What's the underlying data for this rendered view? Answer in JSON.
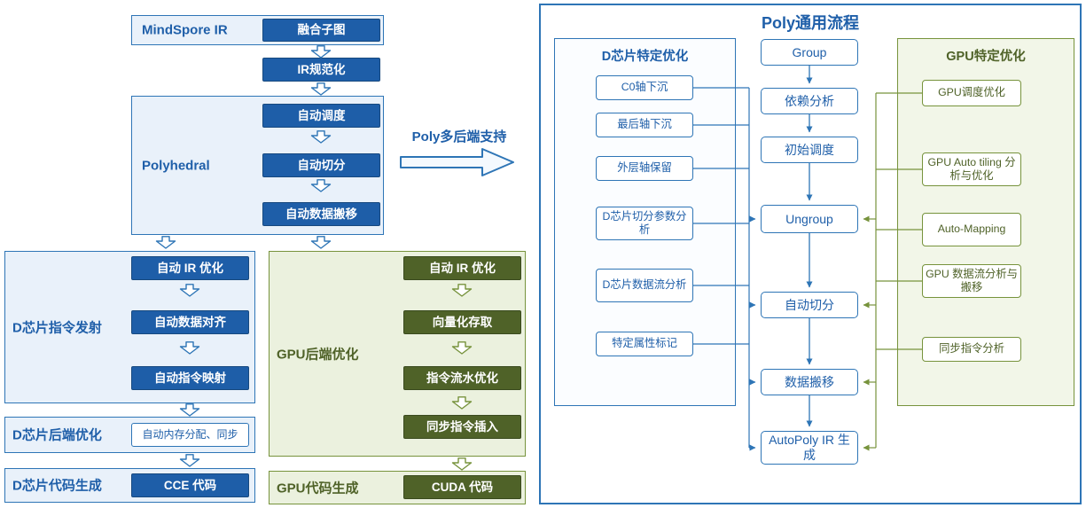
{
  "diagram": {
    "left": {
      "mindspore": {
        "label": "MindSpore IR",
        "step": "融合子图"
      },
      "ir_normalize": "IR规范化",
      "polyhedral": {
        "label": "Polyhedral",
        "steps": [
          "自动调度",
          "自动切分",
          "自动数据搬移"
        ]
      },
      "poly_backend_label": "Poly多后端支持",
      "d_emit": {
        "label": "D芯片指令发射",
        "steps": [
          "自动 IR 优化",
          "自动数据对齐",
          "自动指令映射"
        ]
      },
      "d_backend": {
        "label": "D芯片后端优化",
        "step": "自动内存分配、同步"
      },
      "d_codegen": {
        "label": "D芯片代码生成",
        "step": "CCE 代码"
      },
      "gpu_backend": {
        "label": "GPU后端优化",
        "steps": [
          "自动 IR 优化",
          "向量化存取",
          "指令流水优化",
          "同步指令插入"
        ]
      },
      "gpu_codegen": {
        "label": "GPU代码生成",
        "step": "CUDA 代码"
      }
    },
    "right": {
      "title": "Poly通用流程",
      "d_specific": {
        "title": "D芯片特定优化",
        "items": [
          "C0轴下沉",
          "最后轴下沉",
          "外层轴保留",
          "D芯片切分参数分析",
          "D芯片数据流分析",
          "特定属性标记"
        ]
      },
      "flow": [
        "Group",
        "依赖分析",
        "初始调度",
        "Ungroup",
        "自动切分",
        "数据搬移",
        "AutoPoly IR 生成"
      ],
      "gpu_specific": {
        "title": "GPU特定优化",
        "items": [
          "GPU调度优化",
          "GPU Auto tiling 分析与优化",
          "Auto-Mapping",
          "GPU 数据流分析与搬移",
          "同步指令分析"
        ]
      }
    },
    "colors": {
      "blue_dark": "#1E5EA8",
      "blue_border": "#2E75B6",
      "blue_text": "#1F5FA9",
      "blue_light": "#E9F1FA",
      "green_dark": "#4F6228",
      "green_border": "#77933C",
      "green_light": "#EBF1DE"
    }
  }
}
